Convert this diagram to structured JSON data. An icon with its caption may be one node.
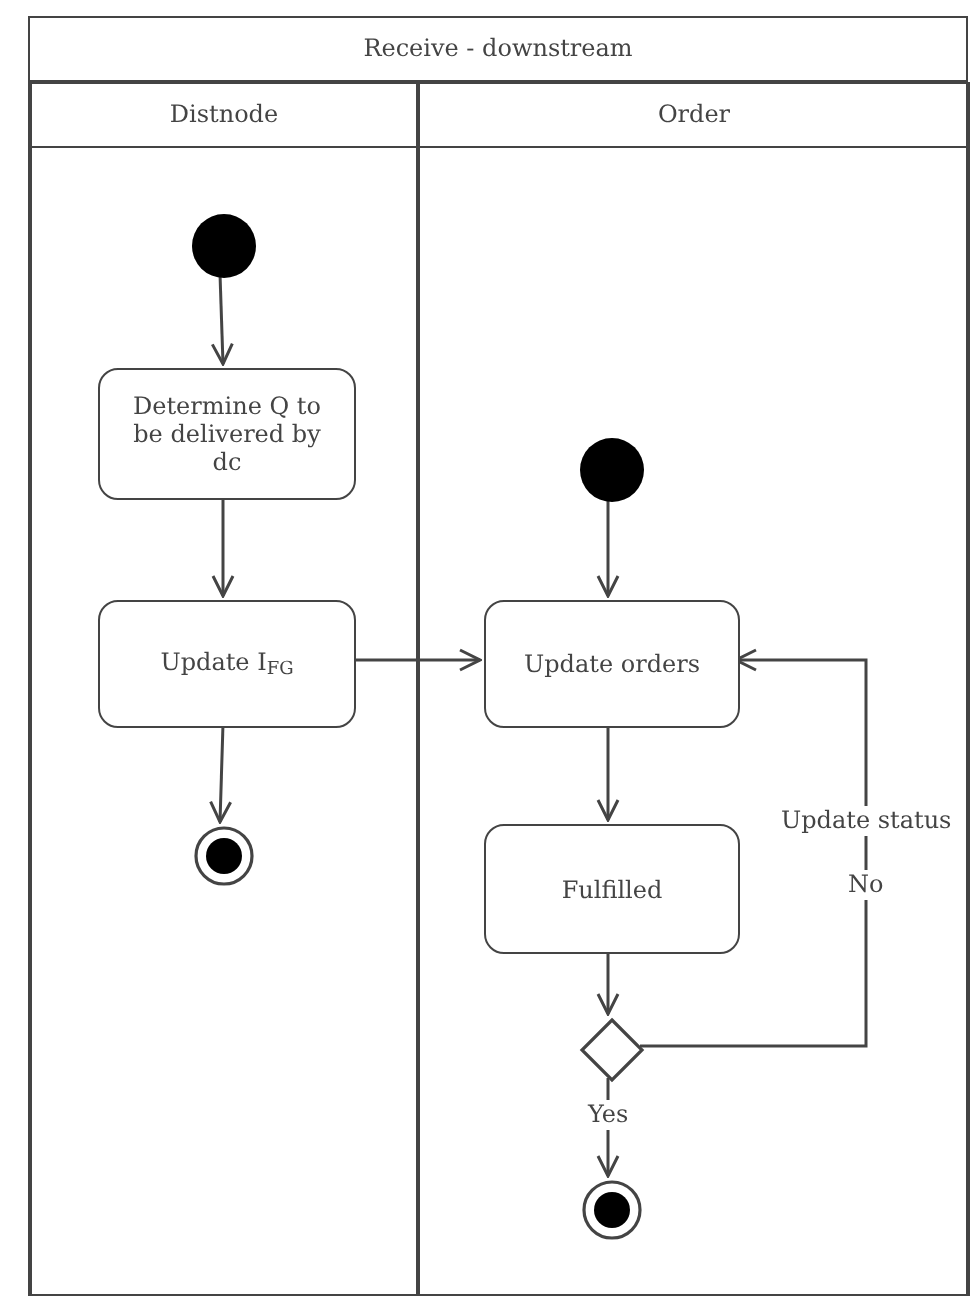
{
  "diagram": {
    "nodes": [
      {
        "text": [
          "Receive - downstream"
        ]
      },
      {
        "text": [
          "Distnode"
        ],
        "in": 0
      },
      {
        "text": [
          "Order"
        ],
        "in": 0
      },
      {
        "text": [],
        "shape": "circle",
        "in": 1
      },
      {
        "text": [
          "Determine Q to be delivered by dc"
        ],
        "in": 1
      },
      {
        "text": [
          "Update I$_{FG}$"
        ],
        "in": 1
      },
      {
        "text": [],
        "shape": "circle",
        "in": 1
      },
      {
        "text": [],
        "shape": "circle",
        "in": 2
      },
      {
        "text": [
          "Update orders"
        ],
        "in": 2
      },
      {
        "text": [
          "Fulfilled"
        ],
        "in": 2
      },
      {
        "text": [],
        "shape": "diamond",
        "in": 2
      },
      {
        "text": [],
        "shape": "circle",
        "in": 2
      }
    ],
    "edges": [
      {
        "from": 3,
        "to": 4,
        "arrow": "to"
      },
      {
        "from": 4,
        "to": 5,
        "arrow": "to"
      },
      {
        "from": 5,
        "to": 6,
        "arrow": "to"
      },
      {
        "from": 5,
        "to": 8,
        "arrow": "to"
      },
      {
        "from": 7,
        "to": 8,
        "arrow": "to"
      },
      {
        "from": 8,
        "to": 9,
        "arrow": "to"
      },
      {
        "from": 9,
        "to": 10,
        "arrow": "to"
      },
      {
        "from": 10,
        "to": 8,
        "arrow": "to",
        "label": "No"
      },
      {
        "from": 10,
        "to": 11,
        "arrow": "to",
        "label": "Yes"
      }
    ],
    "labels": [
      "Update status"
    ]
  }
}
